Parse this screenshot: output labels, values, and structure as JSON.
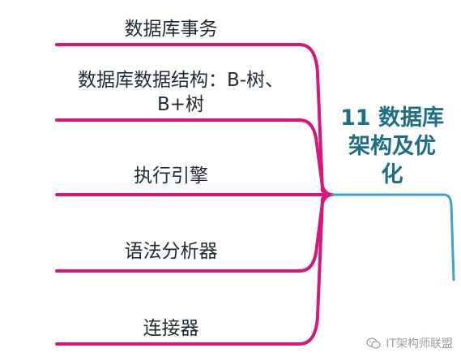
{
  "diagram": {
    "center_topic": {
      "lines": [
        "11 数据库",
        "架构及优",
        "化"
      ]
    },
    "branches": [
      {
        "lines": [
          "数据库事务"
        ]
      },
      {
        "lines": [
          "数据库数据结构：B-树、",
          "B+树"
        ]
      },
      {
        "lines": [
          "执行引擎"
        ]
      },
      {
        "lines": [
          "语法分析器"
        ]
      },
      {
        "lines": [
          "连接器"
        ]
      }
    ]
  },
  "watermark": {
    "text": "IT架构师联盟",
    "icon": "wechat-icon"
  },
  "colors": {
    "branch": "#d6177c",
    "connector": "#3f9fd3",
    "center_text": "#1c6f85",
    "label_text": "#1f2a36"
  }
}
